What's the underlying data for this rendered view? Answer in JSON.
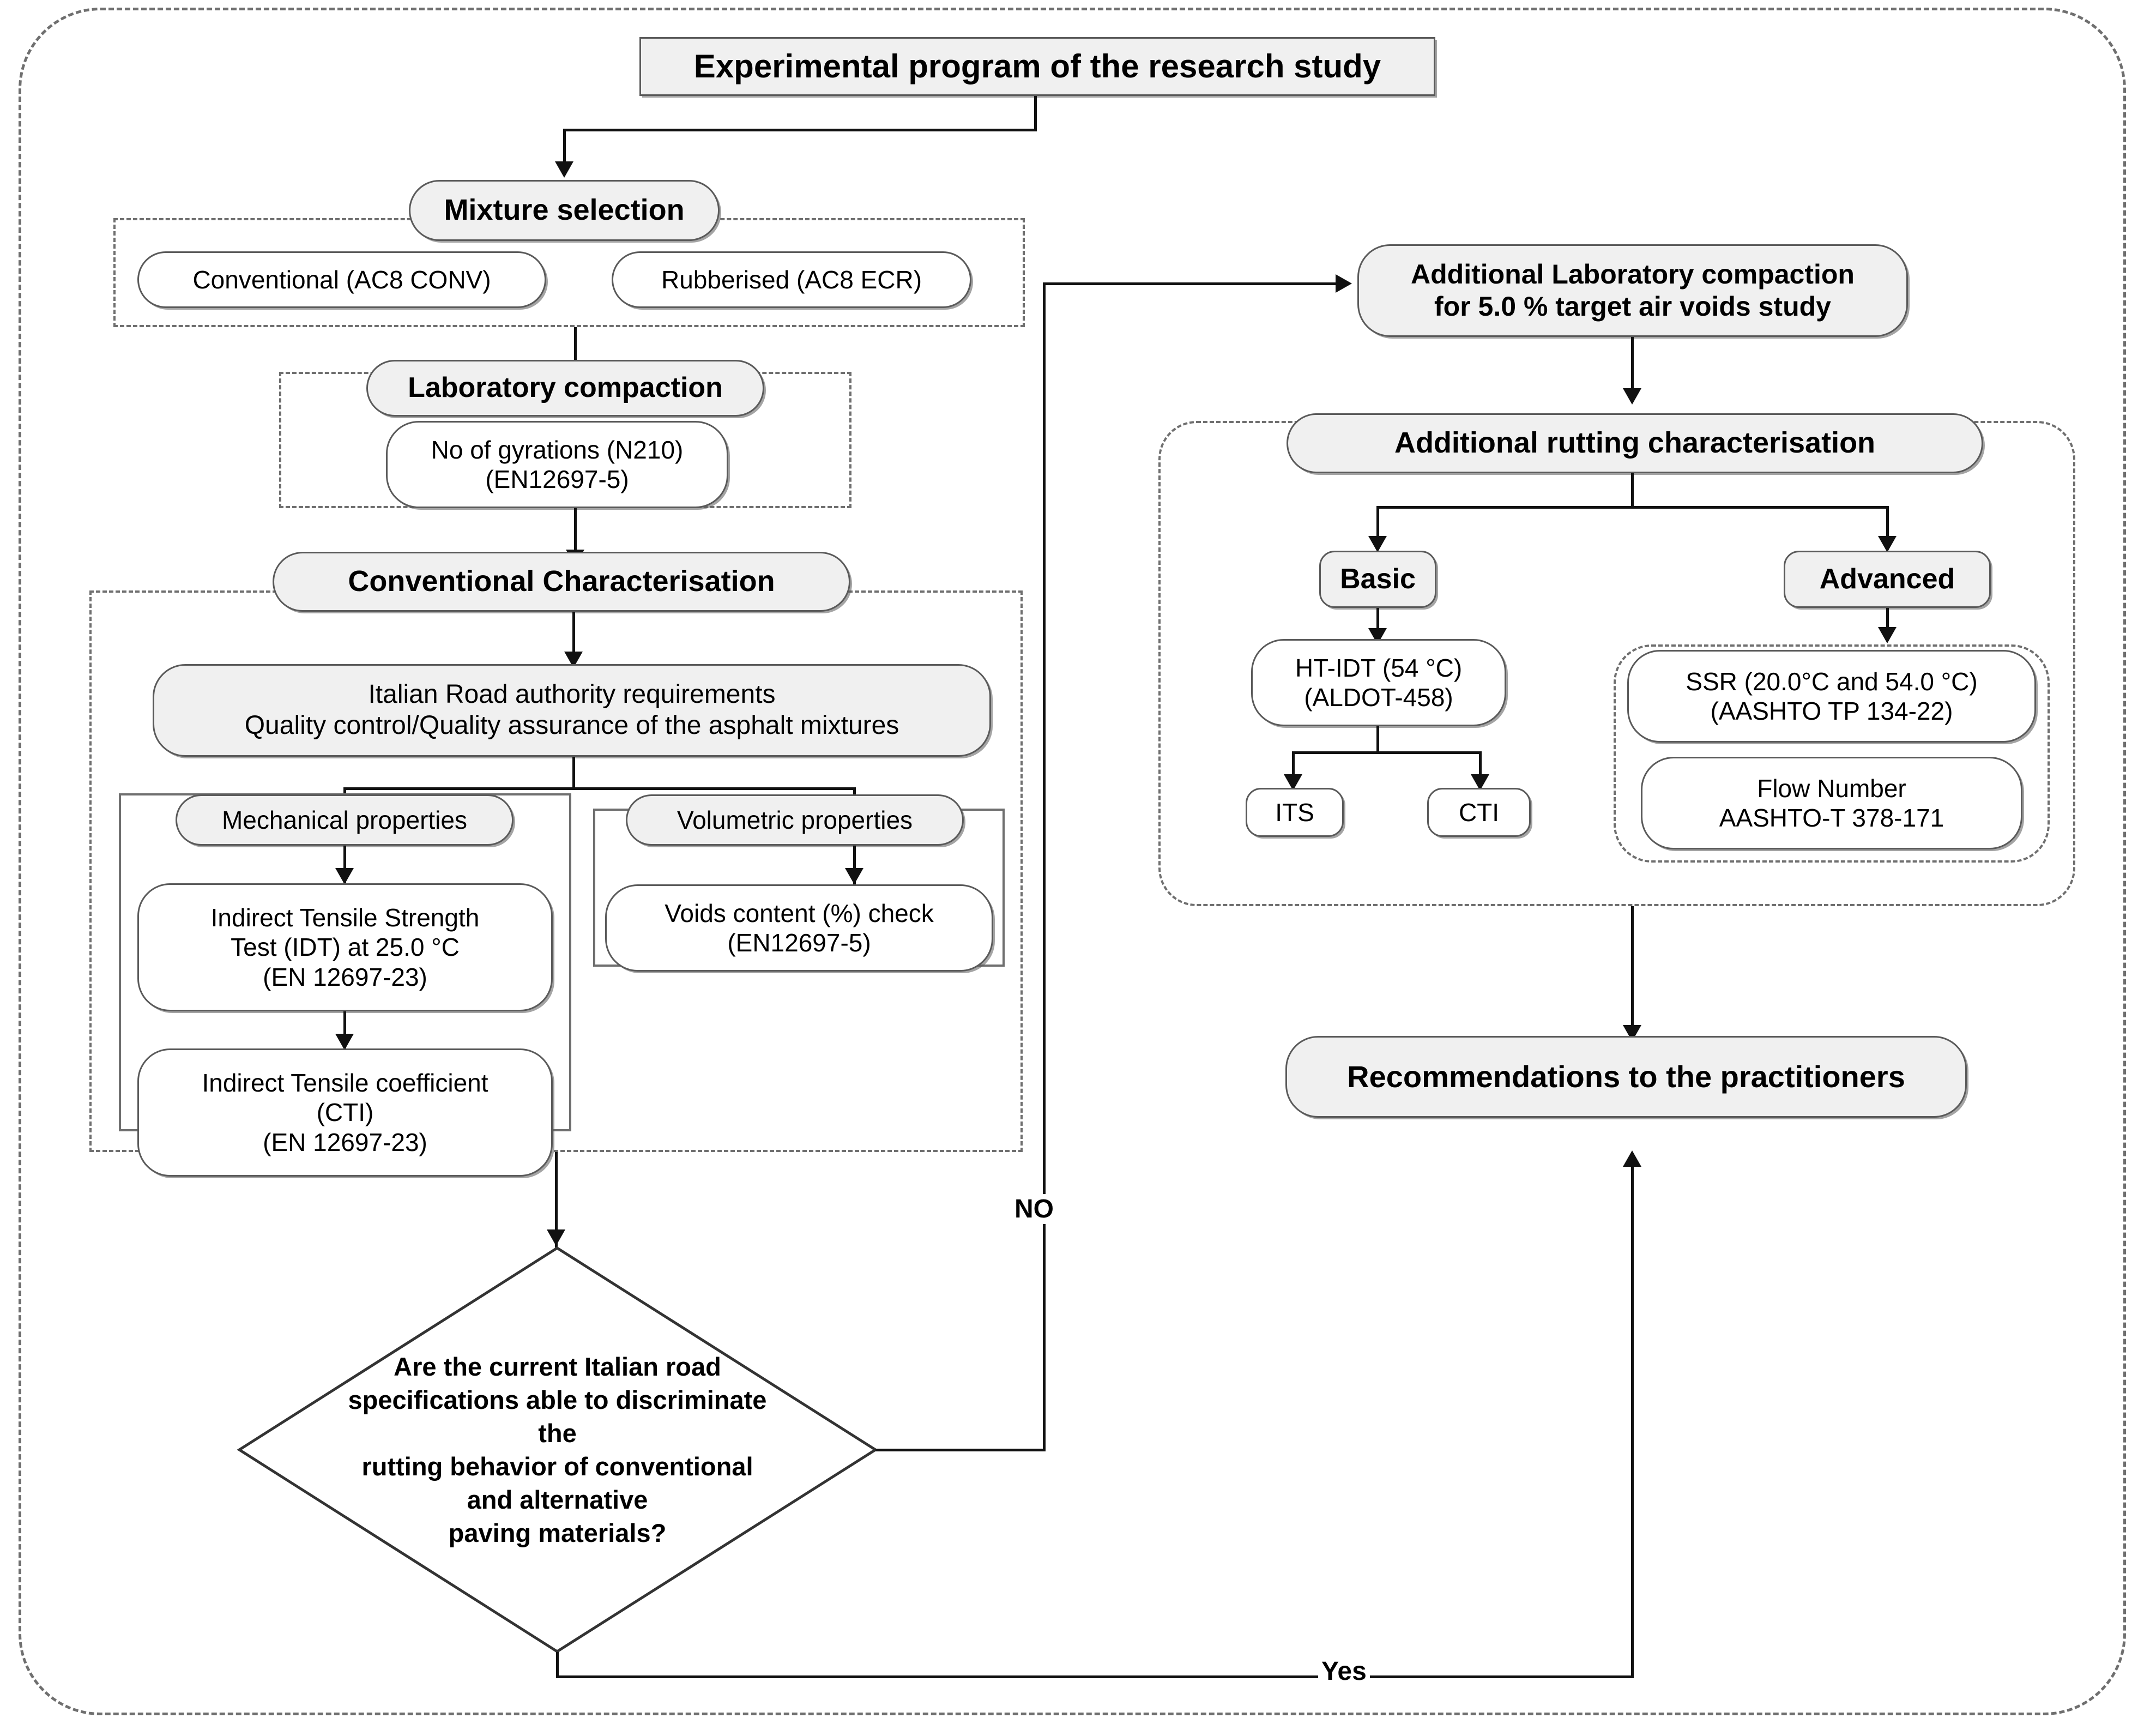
{
  "diagram": {
    "title": "Experimental program of the research study",
    "type": "flowchart"
  },
  "nodes": {
    "title_box": "Experimental program of the research study",
    "mixture_selection": "Mixture  selection",
    "conventional_mix": "Conventional (AC8 CONV)",
    "rubberised_mix": "Rubberised (AC8 ECR)",
    "laboratory_compaction": "Laboratory compaction",
    "gyrations": "No of gyrations (N210)\n(EN12697-5)",
    "conventional_characterisation": "Conventional Characterisation",
    "italian_requirements": "Italian Road authority requirements\nQuality control/Quality assurance of the asphalt mixtures",
    "mechanical_properties": "Mechanical properties",
    "volumetric_properties": "Volumetric properties",
    "idt_test": "Indirect Tensile Strength\nTest (IDT) at 25.0 °C\n(EN 12697-23)",
    "cti_coefficient": "Indirect Tensile coefficient\n(CTI)\n(EN 12697-23)",
    "voids_content": "Voids content (%) check\n(EN12697-5)",
    "decision": "Are the current Italian road\nspecifications able to discriminate the\nrutting behavior of conventional\nand alternative\npaving materials?",
    "additional_compaction": "Additional Laboratory compaction\nfor 5.0 % target air voids study",
    "additional_rutting": "Additional rutting characterisation",
    "basic": "Basic",
    "advanced": "Advanced",
    "ht_idt": "HT-IDT (54 °C)\n(ALDOT-458)",
    "its": "ITS",
    "cti": "CTI",
    "ssr": "SSR (20.0°C and 54.0 °C)\n(AASHTO TP 134-22)",
    "flow_number": "Flow Number\nAASHTO-T 378-171",
    "recommendations": "Recommendations to the practitioners"
  },
  "edge_labels": {
    "no": "NO",
    "yes": "Yes"
  },
  "colors": {
    "box_fill_gray": "#f0f0f0",
    "box_fill_white": "#ffffff",
    "box_border": "#5a5a5a",
    "dashed_border": "#6f6f6f",
    "connector": "#111111",
    "text": "#000000",
    "background": "#ffffff"
  }
}
